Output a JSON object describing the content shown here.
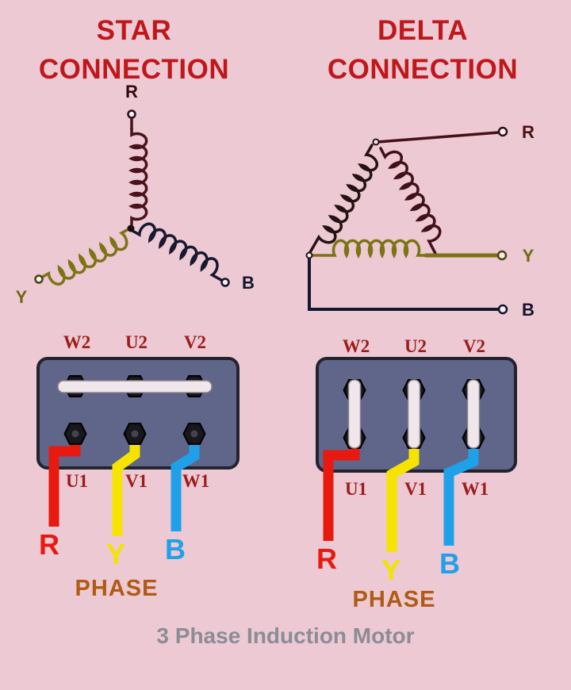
{
  "footer": "3 Phase Induction Motor",
  "colors": {
    "background": "#ecc9d3",
    "title_red": "#c0171b",
    "terminal_label_red": "#9c1c1c",
    "phase_brown": "#b05a14",
    "wire_red": "#e8190f",
    "wire_yellow": "#f6e400",
    "wire_blue": "#1fa0e8",
    "block_fill": "#5f6689",
    "coil_maroon": "#4a131b",
    "coil_olive": "#7c7414",
    "coil_navy": "#181830",
    "footer_gray": "#8c8c96"
  },
  "star": {
    "title": "STAR CONNECTION",
    "terminals": {
      "r": "R",
      "y": "Y",
      "b": "B"
    },
    "block_top": [
      "W2",
      "U2",
      "V2"
    ],
    "block_bottom": [
      "U1",
      "V1",
      "W1"
    ],
    "phase_wires": {
      "r": "R",
      "y": "Y",
      "b": "B"
    },
    "phase_label": "PHASE"
  },
  "delta": {
    "title": "DELTA CONNECTION",
    "terminals": {
      "r": "R",
      "y": "Y",
      "b": "B"
    },
    "block_top": [
      "W2",
      "U2",
      "V2"
    ],
    "block_bottom": [
      "U1",
      "V1",
      "W1"
    ],
    "phase_wires": {
      "r": "R",
      "y": "Y",
      "b": "B"
    },
    "phase_label": "PHASE"
  }
}
